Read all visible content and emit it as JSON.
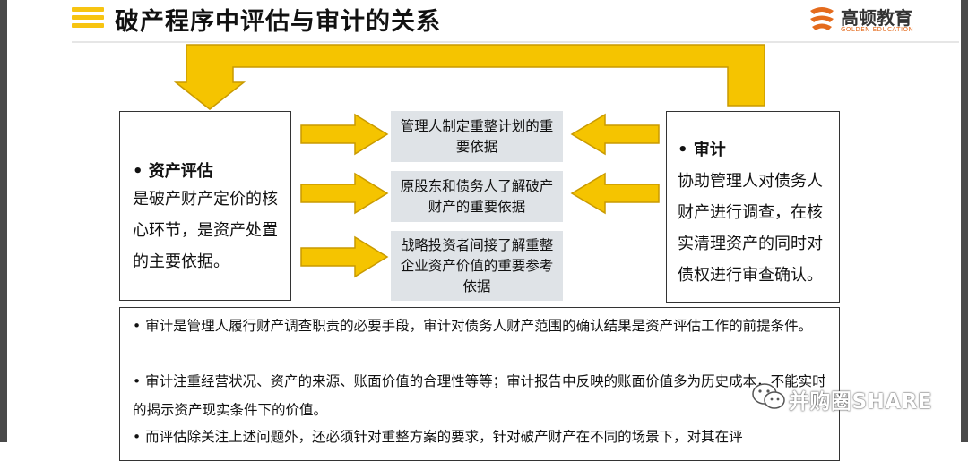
{
  "header": {
    "title": "破产程序中评估与审计的关系",
    "logo_text": "高顿教育",
    "logo_sub": "GOLDEN EDUCATION"
  },
  "left_box": {
    "heading": "• 资产评估",
    "body": "是破产财产定价的核心环节，是资产处置的主要依据。"
  },
  "right_box": {
    "heading": "• 审计",
    "body": "协助管理人对债务人财产进行调查，在核实清理资产的同时对债权进行审查确认。"
  },
  "middle": [
    "管理人制定重整计划的重要依据",
    "原股东和债务人了解破产财产的重要依据",
    "战略投资者间接了解重整企业资产价值的重要参考依据"
  ],
  "bullets": [
    "• 审计是管理人履行财产调查职责的必要手段，审计对债务人财产范围的确认结果是资产评估工作的前提条件。",
    "• 审计注重经营状况、资产的来源、账面价值的合理性等等；审计报告中反映的账面价值多为历史成本，不能实时的揭示资产现实条件下的价值。",
    "• 而评估除关注上述问题外，还必须针对重整方案的要求，针对破产财产在不同的场景下，对其在评"
  ],
  "watermark": "并购圈SHARE",
  "colors": {
    "arrow_fill": "#f5c400",
    "arrow_stroke": "#c99a00",
    "middle_box": "#dfe3e7",
    "accent": "#f7c411"
  }
}
